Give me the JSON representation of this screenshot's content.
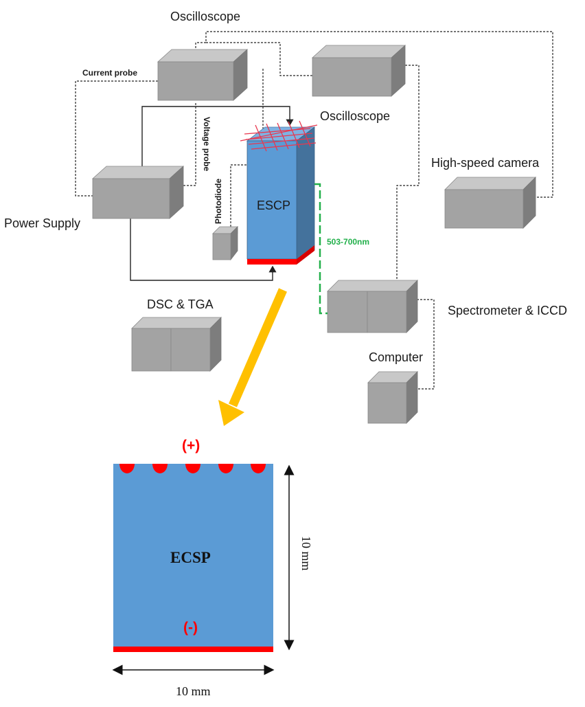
{
  "labels": {
    "oscilloscope_top": "Oscilloscope",
    "oscilloscope_right": "Oscilloscope",
    "current_probe": "Current probe",
    "voltage_probe": "Voltage probe",
    "photodiode": "Photodiode",
    "power_supply": "Power Supply",
    "escp": "ESCP",
    "wavelength": "503-700nm",
    "high_speed_camera": "High-speed camera",
    "dsc_tga": "DSC & TGA",
    "spectrometer_iccd": "Spectrometer & ICCD",
    "computer": "Computer"
  },
  "detail": {
    "plus": "(+)",
    "minus": "(-)",
    "sample": "ECSP",
    "height_dim": "10 mm",
    "width_dim": "10 mm"
  },
  "colors": {
    "box_front": "#a3a3a3",
    "box_top": "#c8c8c8",
    "box_side": "#7d7d7d",
    "sample_blue": "#5b9bd5",
    "sample_side": "#44729c",
    "electrode_red": "#ff0000",
    "mesh_red": "#e8384f",
    "fiber_green": "#22b04b",
    "arrow_orange": "#ffc000"
  }
}
